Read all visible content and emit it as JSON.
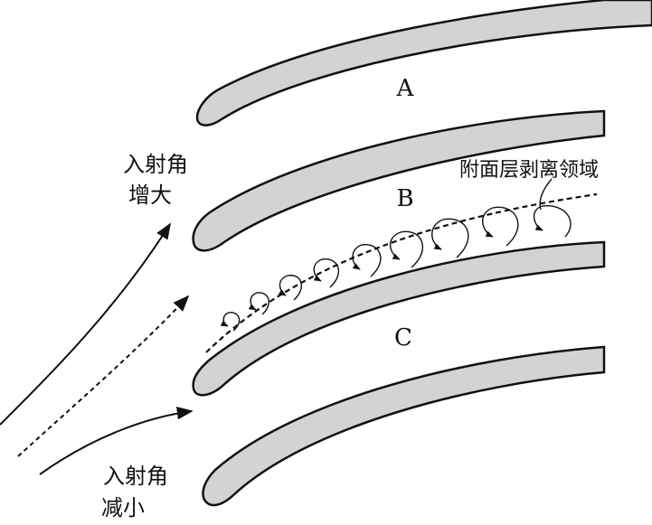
{
  "passages": {
    "a": "A",
    "b": "B",
    "c": "C"
  },
  "labels": {
    "incidence_increase_line1": "入射角",
    "incidence_increase_line2": "增大",
    "incidence_decrease_line1": "入射角",
    "incidence_decrease_line2": "减小",
    "separation_zone": "附面层剥离领域"
  },
  "colors": {
    "blade_fill": "#d3d3d3",
    "stroke": "#111111"
  }
}
